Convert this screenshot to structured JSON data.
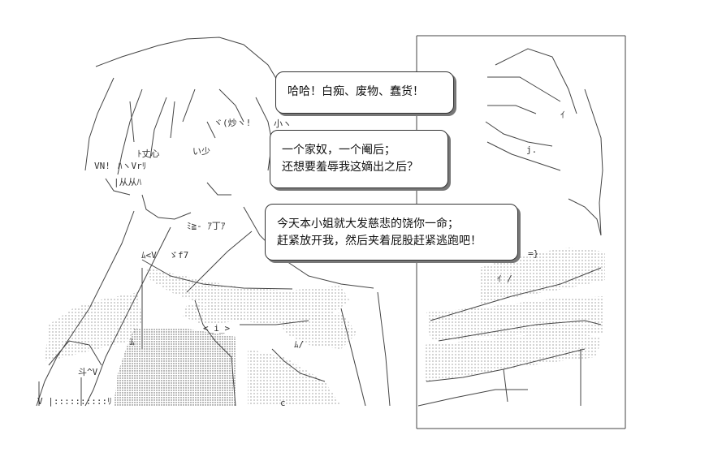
{
  "dialogue": {
    "bubble_1": {
      "line_1": "哈哈！白痴、废物、蠢货！"
    },
    "bubble_2": {
      "line_1": "一个家奴，一个阉后；",
      "line_2": "还想要羞辱我这嫡出之后？"
    },
    "bubble_3": {
      "line_1": "今天本小姐就大发慈悲的饶你一命；",
      "line_2": "赶紧放开我，然后夹着屁股赶紧逃跑吧！"
    }
  },
  "art_glyphs": {
    "g1": "ﾄ丈心",
    "g2": "い少",
    "g3": "ヾ(炒ヽ!",
    "g4": "小ヽ",
    "g5": "|从从ﾊ",
    "g6": "VN!",
    "g7": "ﾊヽVrﾘ",
    "g8": "ﾑ<V",
    "g9": "ゞf7",
    "g10": "ﾐ≧- ｱ丁ｱ",
    "g11": "ﾑ",
    "g12": "<_i_>",
    "g13": "ﾑ/",
    "g14": "斗^V",
    "g15": "V |::::::::::ﾘ",
    "g16": "c",
    "g17": "ｲ",
    "g18": "j.",
    "g19": "=}",
    "g20": "ｲ /"
  }
}
